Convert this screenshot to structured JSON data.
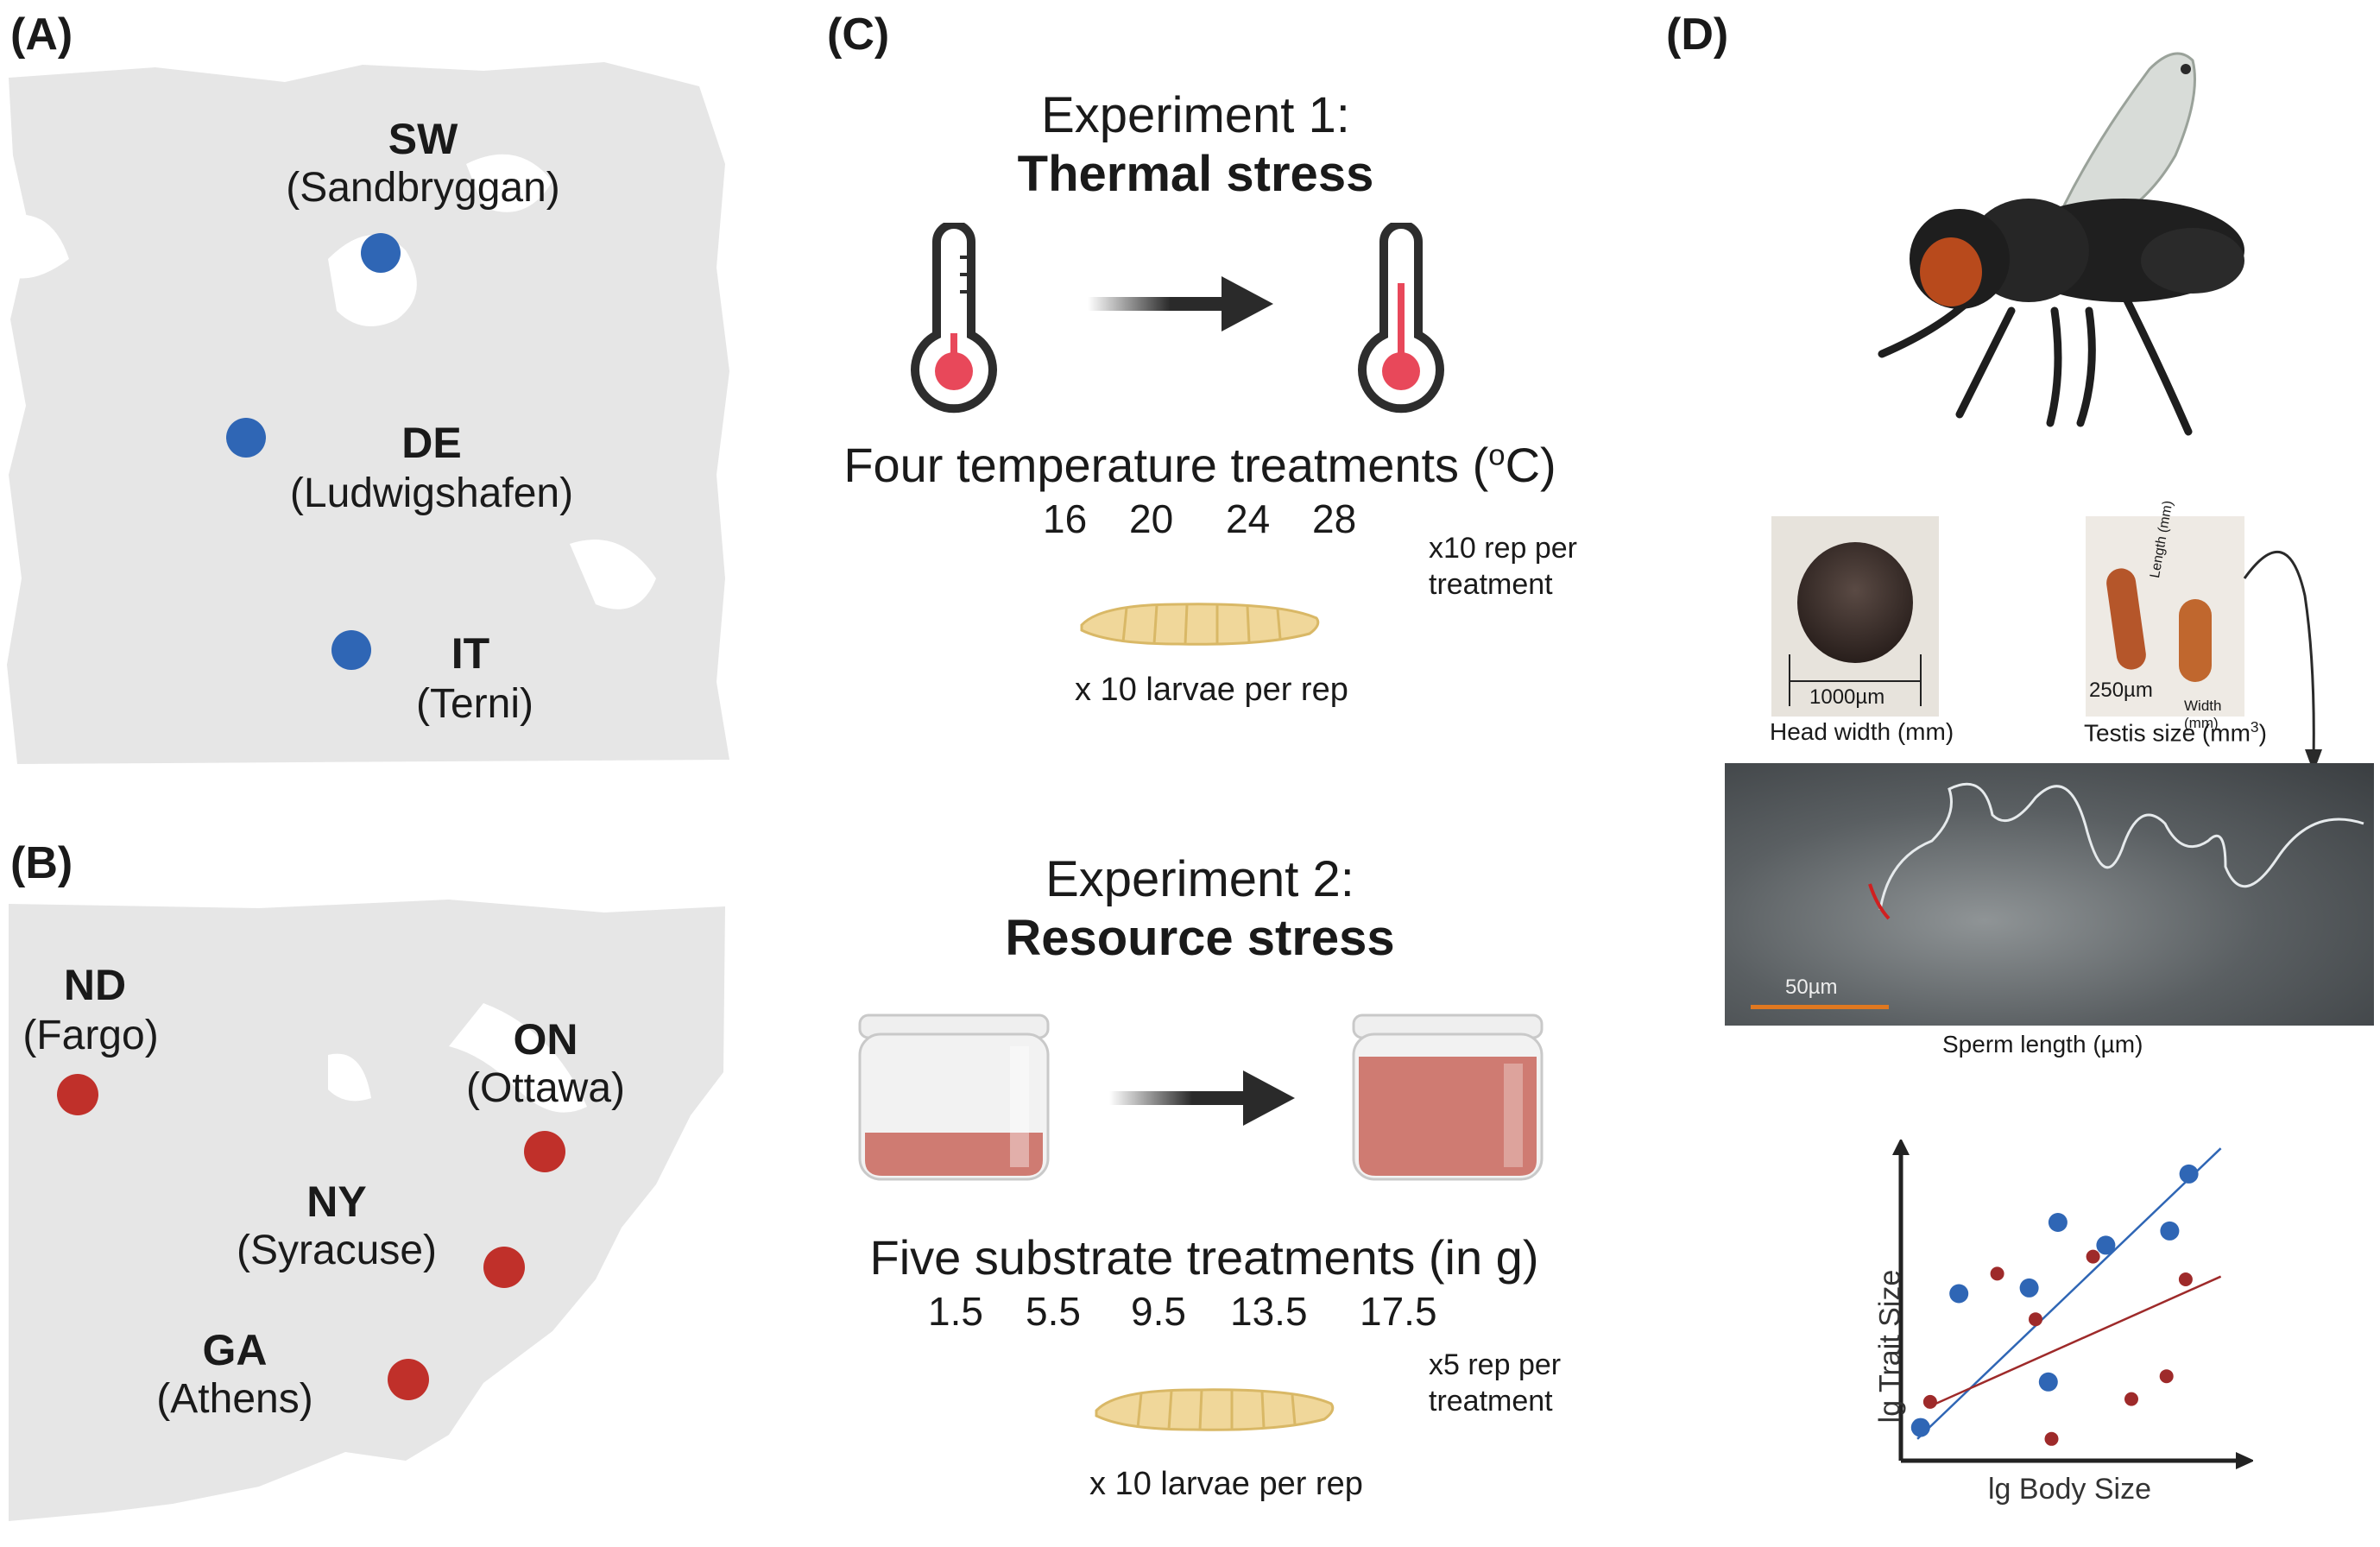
{
  "panel_labels": {
    "a": "(A)",
    "b": "(B)",
    "c": "(C)",
    "d": "(D)"
  },
  "map_a": {
    "sites": [
      {
        "code": "SW",
        "name": "(Sandbryggan)",
        "color": "#2f66b5"
      },
      {
        "code": "DE",
        "name": "(Ludwigshafen)",
        "color": "#2f66b5"
      },
      {
        "code": "IT",
        "name": "(Terni)",
        "color": "#2f66b5"
      }
    ]
  },
  "map_b": {
    "sites": [
      {
        "code": "ND",
        "name": "(Fargo)",
        "color": "#c0302a"
      },
      {
        "code": "ON",
        "name": "(Ottawa)",
        "color": "#c0302a"
      },
      {
        "code": "NY",
        "name": "(Syracuse)",
        "color": "#c0302a"
      },
      {
        "code": "GA",
        "name": "(Athens)",
        "color": "#c0302a"
      }
    ]
  },
  "exp1": {
    "title": "Experiment 1:",
    "subtitle": "Thermal stress",
    "treatments_label": "Four temperature treatments (",
    "unit_sup": "o",
    "unit_tail": "C)",
    "values": [
      "16",
      "20",
      "24",
      "28"
    ],
    "rep_line1": "x10 rep per",
    "rep_line2": "treatment",
    "larvae": "x 10 larvae per rep"
  },
  "exp2": {
    "title": "Experiment 2:",
    "subtitle": "Resource stress",
    "treatments_label": "Five substrate treatments (in g)",
    "values": [
      "1.5",
      "5.5",
      "9.5",
      "13.5",
      "17.5"
    ],
    "rep_line1": "x5 rep per",
    "rep_line2": "treatment",
    "larvae": "x 10 larvae per rep"
  },
  "panel_d": {
    "head_scale": "1000µm",
    "head_caption": "Head width (mm)",
    "testis_scale": "250µm",
    "testis_length": "Length (mm)",
    "testis_width": "Width (mm)",
    "testis_caption_main": "Testis size (mm",
    "testis_caption_sup": "3",
    "testis_caption_tail": ")",
    "sperm_scale": "50µm",
    "sperm_caption": "Sperm length (µm)"
  },
  "chart_data": {
    "type": "scatter",
    "xlabel": "lg Body Size",
    "ylabel": "lg Trait Size",
    "series": [
      {
        "color": "#2f66b5",
        "points": [
          [
            0.04,
            0.08
          ],
          [
            0.16,
            0.55
          ],
          [
            0.38,
            0.57
          ],
          [
            0.44,
            0.24
          ],
          [
            0.47,
            0.8
          ],
          [
            0.62,
            0.72
          ],
          [
            0.82,
            0.77
          ],
          [
            0.88,
            0.97
          ]
        ],
        "fit": [
          [
            0.03,
            0.04
          ],
          [
            0.98,
            1.06
          ]
        ]
      },
      {
        "color": "#9e2a2a",
        "points": [
          [
            0.07,
            0.17
          ],
          [
            0.28,
            0.62
          ],
          [
            0.4,
            0.46
          ],
          [
            0.45,
            0.04
          ],
          [
            0.58,
            0.68
          ],
          [
            0.7,
            0.18
          ],
          [
            0.81,
            0.26
          ],
          [
            0.87,
            0.6
          ]
        ],
        "fit": [
          [
            0.06,
            0.15
          ],
          [
            0.98,
            0.61
          ]
        ]
      }
    ],
    "xlim": [
      0,
      1
    ],
    "ylim": [
      0,
      1
    ]
  },
  "colors": {
    "map_land": "#e6e6e6",
    "thermo_red": "#e8485a",
    "larva": "#f0d79a",
    "substrate": "#c9665c"
  }
}
